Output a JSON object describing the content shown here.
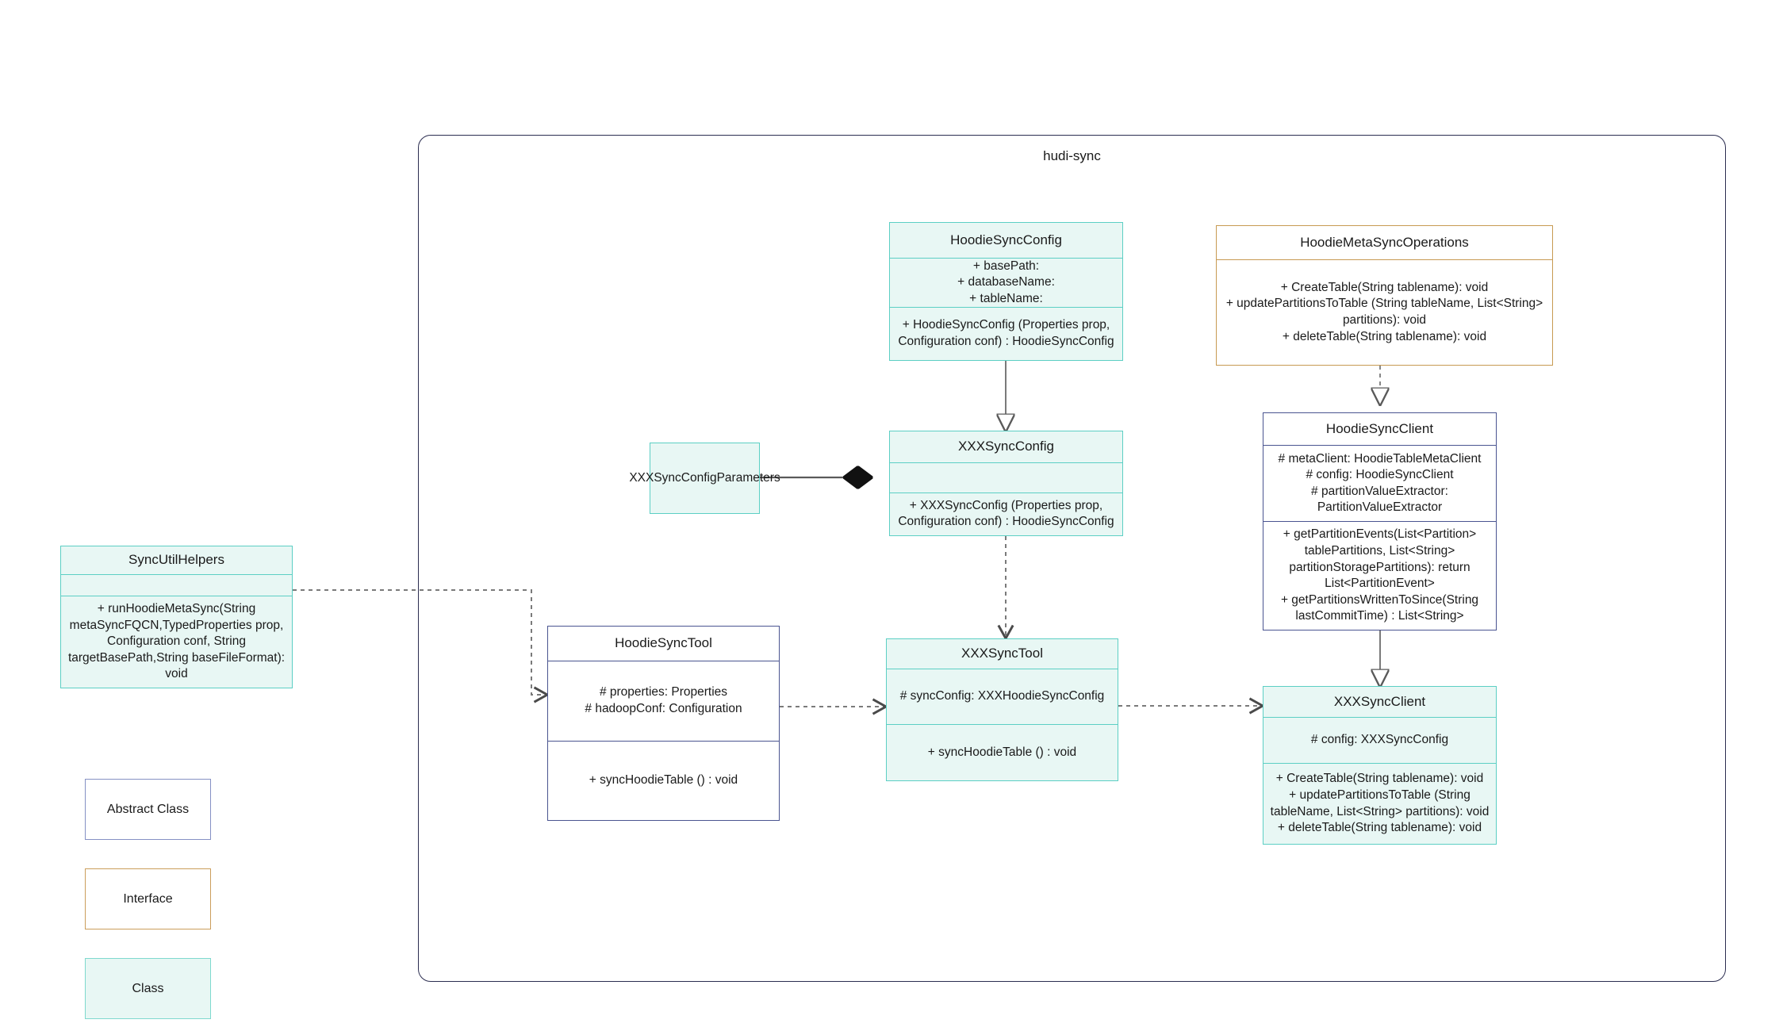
{
  "package": {
    "title": "hudi-sync"
  },
  "legend": {
    "abstract_label": "Abstract Class",
    "interface_label": "Interface",
    "class_label": "Class"
  },
  "nodes": {
    "sync_util_helpers": {
      "name": "SyncUtilHelpers",
      "attributes": "",
      "methods": "+     runHoodieMetaSync(String metaSyncFQCN,TypedProperties prop, Configuration conf, String targetBasePath,String baseFileFormat): void",
      "stereotype": "class"
    },
    "hoodie_sync_config": {
      "name": "HoodieSyncConfig",
      "attributes": "+     basePath:\n+   databaseName:\n+    tableName:",
      "methods": "+    HoodieSyncConfig (Properties prop, Configuration conf) : HoodieSyncConfig",
      "stereotype": "class"
    },
    "hoodie_meta_sync_operations": {
      "name": "HoodieMetaSyncOperations",
      "methods": "+     CreateTable(String tablename): void\n+   updatePartitionsToTable (String tableName, List<String> partitions): void\n+     deleteTable(String tablename): void",
      "stereotype": "interface"
    },
    "xxx_sync_config_parameters": {
      "name": "XXXSyncConfigParameters",
      "stereotype": "class"
    },
    "xxx_sync_config": {
      "name": "XXXSyncConfig",
      "attributes": "",
      "methods": "+   XXXSyncConfig (Properties prop, Configuration conf) : HoodieSyncConfig",
      "stereotype": "class"
    },
    "hoodie_sync_client": {
      "name": "HoodieSyncClient",
      "attributes": "#   metaClient: HoodieTableMetaClient\n#    config: HoodieSyncClient\n#     partitionValueExtractor: PartitionValueExtractor",
      "methods": "+    getPartitionEvents(List<Partition> tablePartitions, List<String> partitionStoragePartitions): return List<PartitionEvent>\n+   getPartitionsWrittenToSince(String lastCommitTime) : List<String>",
      "stereotype": "abstract"
    },
    "hoodie_sync_tool": {
      "name": "HoodieSyncTool",
      "attributes": "#   properties: Properties\n#   hadoopConf: Configuration",
      "methods": "+   syncHoodieTable () : void",
      "stereotype": "abstract"
    },
    "xxx_sync_tool": {
      "name": "XXXSyncTool",
      "attributes": "#  syncConfig: XXXHoodieSyncConfig",
      "methods": "+   syncHoodieTable () : void",
      "stereotype": "class"
    },
    "xxx_sync_client": {
      "name": "XXXSyncClient",
      "attributes": "#    config: XXXSyncConfig",
      "methods": "+    CreateTable(String tablename): void\n+    updatePartitionsToTable (String tableName, List<String> partitions): void\n+    deleteTable(String tablename): void",
      "stereotype": "class"
    }
  },
  "relationships": [
    {
      "name": "generalization-hoodiesyncconfig-to-xxxsyncconfig",
      "from": "hoodie_sync_config",
      "to": "xxx_sync_config",
      "kind": "generalization"
    },
    {
      "name": "realization-metasyncoperations-to-hoodiesyncclient",
      "from": "hoodie_meta_sync_operations",
      "to": "hoodie_sync_client",
      "kind": "realization"
    },
    {
      "name": "generalization-hoodiesyncclient-to-xxxsyncclient",
      "from": "hoodie_sync_client",
      "to": "xxx_sync_client",
      "kind": "generalization"
    },
    {
      "name": "composition-xxxsyncconfigparameters-to-xxxsyncconfig",
      "from": "xxx_sync_config_parameters",
      "to": "xxx_sync_config",
      "kind": "composition"
    },
    {
      "name": "dependency-xxxsyncconfig-to-xxxsynctool",
      "from": "xxx_sync_config",
      "to": "xxx_sync_tool",
      "kind": "dependency"
    },
    {
      "name": "dependency-syncutilhelpers-to-hoodiesynctool",
      "from": "sync_util_helpers",
      "to": "hoodie_sync_tool",
      "kind": "dependency"
    },
    {
      "name": "dependency-hoodiesynctool-to-xxxsynctool",
      "from": "hoodie_sync_tool",
      "to": "xxx_sync_tool",
      "kind": "dependency"
    },
    {
      "name": "dependency-xxxsynctool-to-xxxsyncclient",
      "from": "xxx_sync_tool",
      "to": "xxx_sync_client",
      "kind": "dependency"
    }
  ],
  "colors": {
    "class_border": "#5ccfc4",
    "class_fill": "#e8f7f4",
    "abstract_border": "#4a5490",
    "interface_border": "#c79a52",
    "package_border": "#2b2d50",
    "connector": "#666666"
  }
}
